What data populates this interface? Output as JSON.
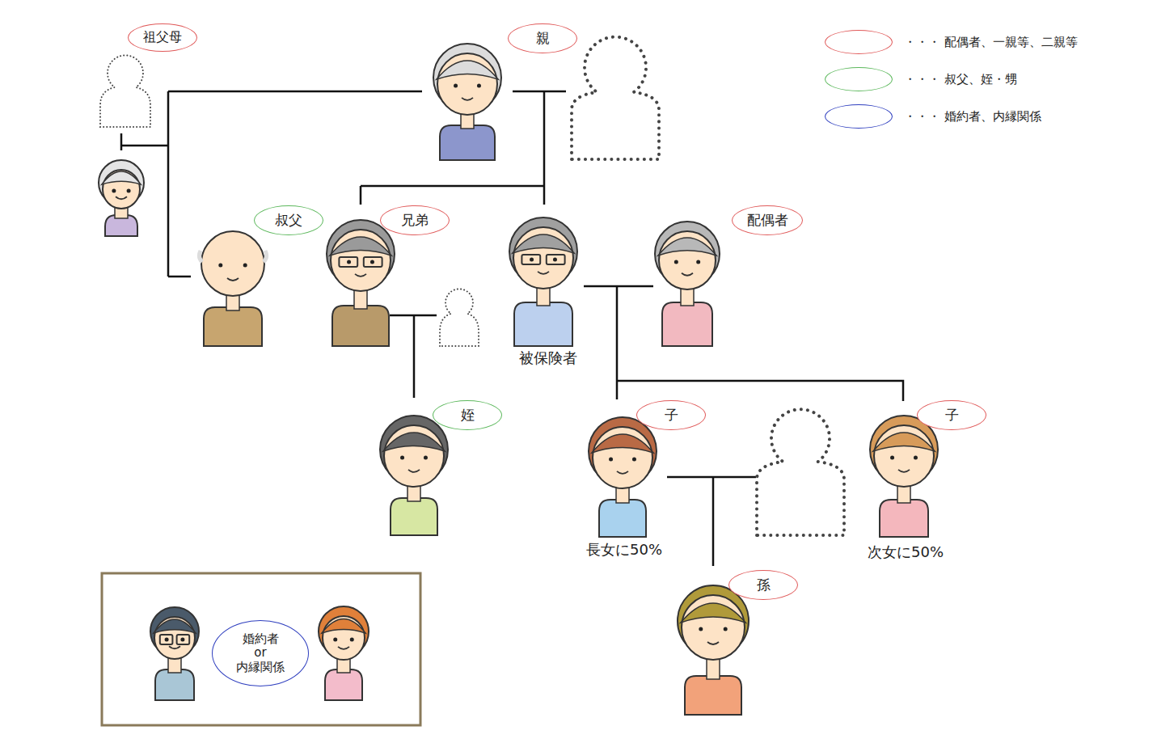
{
  "diagram": {
    "nodes": [
      {
        "text": [
          "祖父母"
        ]
      },
      {
        "text": [
          "親"
        ]
      },
      {
        "text": [
          "叔父"
        ]
      },
      {
        "text": [
          "兄弟"
        ]
      },
      {
        "text": [
          "配偶者"
        ]
      },
      {
        "text": [
          "姪"
        ]
      },
      {
        "text": [
          "子"
        ]
      },
      {
        "text": [
          "子"
        ]
      },
      {
        "text": [
          "孫"
        ]
      },
      {
        "text": [
          "婚約者 or 内縁関係"
        ]
      }
    ],
    "labels": [
      "被保険者",
      "長女に50%",
      "次女に50%"
    ],
    "legend": [
      {
        "text": "・・・ 配偶者、一親等、二親等",
        "color": "#e05a5a"
      },
      {
        "text": "・・・ 叔父、姪・甥",
        "color": "#5cb85c"
      },
      {
        "text": "・・・ 婚約者、内縁関係",
        "color": "#2f3fbf"
      }
    ]
  }
}
